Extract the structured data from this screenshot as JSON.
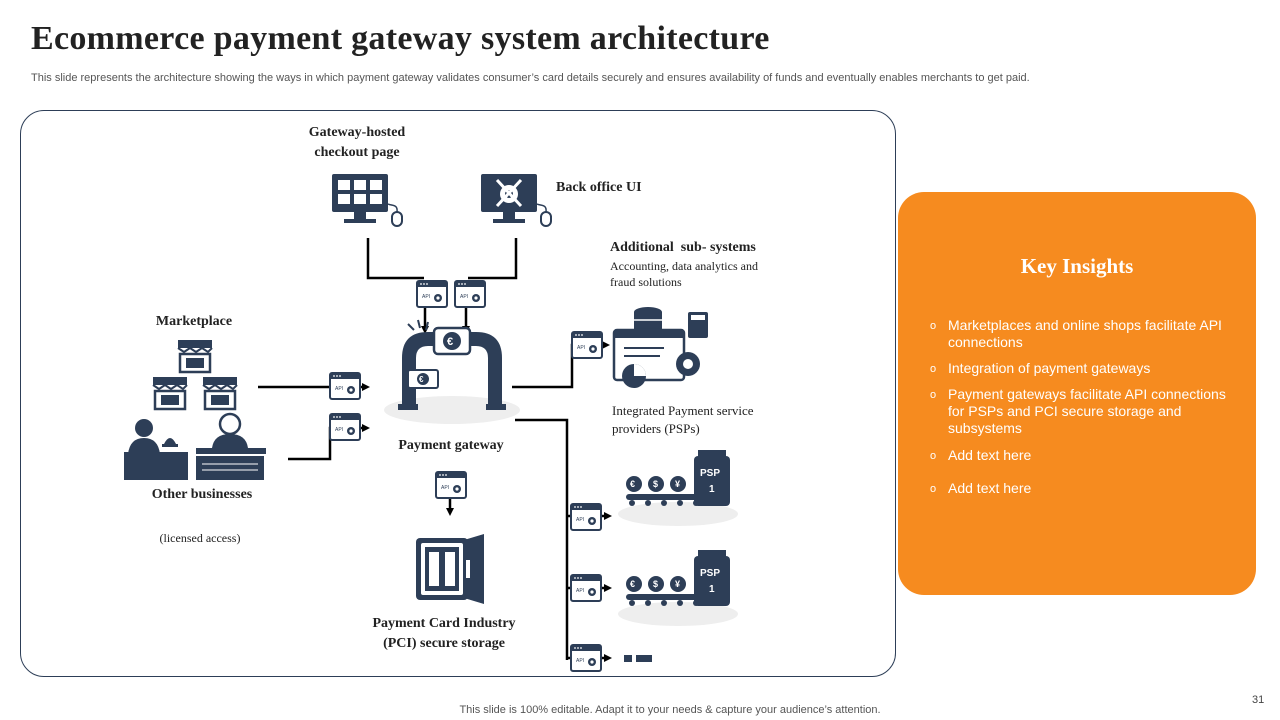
{
  "header": {
    "title": "Ecommerce payment gateway system architecture",
    "subtitle": "This slide represents the architecture showing the ways in which payment gateway validates consumer’s card details securely and ensures availability of funds and eventually enables merchants to get paid."
  },
  "diagram": {
    "gateway_hosted": [
      "Gateway-hosted",
      "checkout page"
    ],
    "back_office": "Back office UI",
    "additional_title": "Additional  sub- systems",
    "additional_desc": [
      "Accounting, data analytics and",
      "fraud solutions"
    ],
    "marketplace": "Marketplace",
    "other_businesses": "Other businesses",
    "licensed": "(licensed access)",
    "payment_gateway": "Payment gateway",
    "integrated_psp": [
      "Integrated Payment service",
      "providers (PSPs)"
    ],
    "pci": [
      "Payment Card Industry",
      "(PCI) secure storage"
    ],
    "api_label": "API",
    "psp_label": "PSP",
    "psp_number": "1",
    "euro_symbol": "€",
    "dollar_symbol": "$",
    "yen_symbol": "¥"
  },
  "insights": {
    "title": "Key Insights",
    "items": [
      "Marketplaces and online shops facilitate API connections",
      "Integration of payment gateways",
      "Payment gateways facilitate API connections for PSPs and PCI secure storage and subsystems",
      "Add text here",
      "Add text here"
    ],
    "bullet": "o"
  },
  "footer": {
    "text": "This slide is 100% editable. Adapt it to your needs & capture your audience’s attention.",
    "page_number": "31"
  },
  "colors": {
    "navy": "#2d3e57",
    "orange": "#f68b1f",
    "text": "#222222"
  }
}
